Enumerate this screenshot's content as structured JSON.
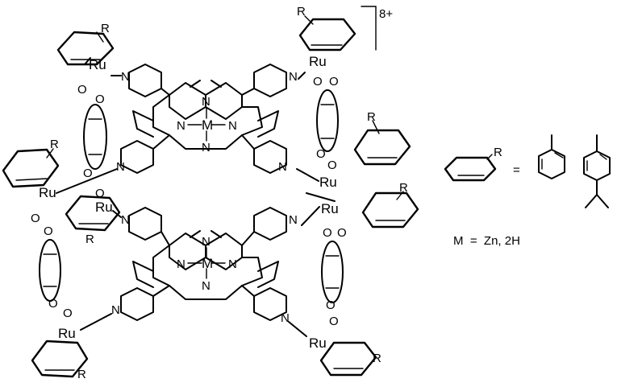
{
  "structure": {
    "charge": "8+",
    "metal_label": "Ru",
    "porphyrin_metal": "M",
    "pyridine_n": "N",
    "oxygen": "O",
    "substituent": "R"
  },
  "legend": {
    "equals": "=",
    "substituent": "R",
    "metal_definition": "M  =  Zn, 2H"
  }
}
